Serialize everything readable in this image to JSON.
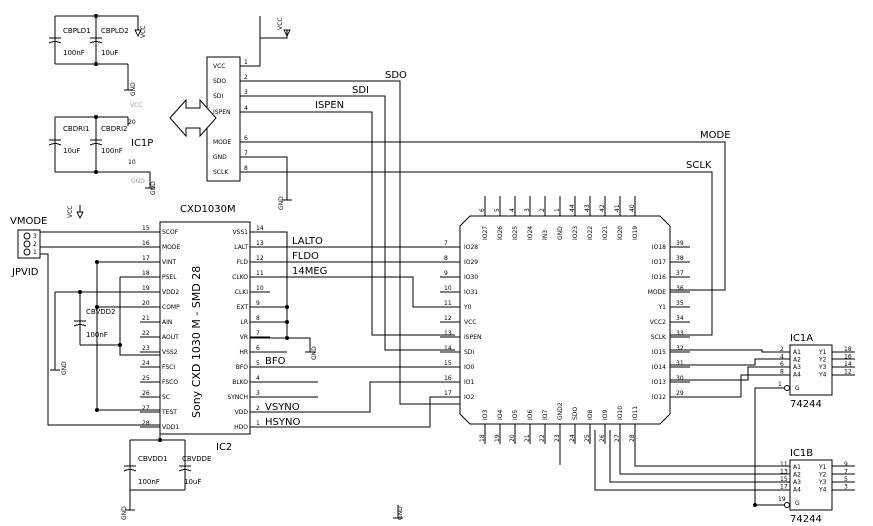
{
  "nets": {
    "vcc": "VCC",
    "gnd": "GND",
    "sdo": "SDO",
    "sdi": "SDI",
    "ispen": "ISPEN",
    "mode": "MODE",
    "sclk": "SCLK",
    "lalto": "LALTO",
    "fldo": "FLDO",
    "meg14": "14MEG",
    "bfo": "BFO",
    "vsyno": "VSYNO",
    "hsyno": "HSYNO",
    "vmode": "VMODE"
  },
  "components": {
    "cbpld1": {
      "ref": "CBPLD1",
      "value": "100nF"
    },
    "cbpld2": {
      "ref": "CBPLD2",
      "value": "10uF"
    },
    "cbdri1": {
      "ref": "CBDRI1",
      "value": "10uF"
    },
    "cbdri2": {
      "ref": "CBDRI2",
      "value": "100nF"
    },
    "cbvdd2": {
      "ref": "CBVDD2",
      "value": "100nF"
    },
    "cbvdd1": {
      "ref": "CBVDD1",
      "value": "100nF"
    },
    "cbvdde": {
      "ref": "CBVDDE",
      "value": "10uF"
    },
    "ic1p": {
      "ref": "IC1P",
      "pin20": "20",
      "pin10": "10"
    },
    "ic2": {
      "ref": "IC2",
      "title": "CXD1030M",
      "body": "Sony CXD 1030 M - SMD 28"
    },
    "jpvid": {
      "ref": "JPVID",
      "pins": [
        "3",
        "2",
        "1"
      ]
    },
    "ic1a": {
      "ref": "IC1A",
      "part": "74244"
    },
    "ic1b": {
      "ref": "IC1B",
      "part": "74244"
    }
  },
  "header": {
    "pins": [
      {
        "num": "1",
        "name": "VCC"
      },
      {
        "num": "2",
        "name": "SDO"
      },
      {
        "num": "3",
        "name": "SDI"
      },
      {
        "num": "4",
        "name": "ISPEN"
      },
      {
        "num": "6",
        "name": "MODE"
      },
      {
        "num": "7",
        "name": "GND"
      },
      {
        "num": "8",
        "name": "SCLK"
      }
    ]
  },
  "ic2": {
    "left": [
      {
        "num": "15",
        "name": "SCOF"
      },
      {
        "num": "16",
        "name": "MODE"
      },
      {
        "num": "17",
        "name": "VINT"
      },
      {
        "num": "18",
        "name": "PSEL"
      },
      {
        "num": "19",
        "name": "VDD2"
      },
      {
        "num": "20",
        "name": "COMP"
      },
      {
        "num": "21",
        "name": "AIN"
      },
      {
        "num": "22",
        "name": "AOUT"
      },
      {
        "num": "23",
        "name": "VSS2"
      },
      {
        "num": "24",
        "name": "FSCI"
      },
      {
        "num": "25",
        "name": "FSCO"
      },
      {
        "num": "26",
        "name": "SC"
      },
      {
        "num": "27",
        "name": "TEST"
      },
      {
        "num": "28",
        "name": "VDD1"
      }
    ],
    "right": [
      {
        "num": "14",
        "name": "VSS1"
      },
      {
        "num": "13",
        "name": "LALT"
      },
      {
        "num": "12",
        "name": "FLD"
      },
      {
        "num": "11",
        "name": "CLKO"
      },
      {
        "num": "10",
        "name": "CLKI"
      },
      {
        "num": "9",
        "name": "EXT"
      },
      {
        "num": "8",
        "name": "LR"
      },
      {
        "num": "7",
        "name": "VR"
      },
      {
        "num": "6",
        "name": "HR"
      },
      {
        "num": "5",
        "name": "BFO"
      },
      {
        "num": "4",
        "name": "BLKO"
      },
      {
        "num": "3",
        "name": "SYNCH"
      },
      {
        "num": "2",
        "name": "VDD"
      },
      {
        "num": "1",
        "name": "HDO"
      }
    ]
  },
  "cpld": {
    "top": [
      {
        "num": "6",
        "name": "IO27"
      },
      {
        "num": "5",
        "name": "IO26"
      },
      {
        "num": "4",
        "name": "IO25"
      },
      {
        "num": "3",
        "name": "IO24"
      },
      {
        "num": "2",
        "name": "IN3"
      },
      {
        "num": "1",
        "name": "GND"
      },
      {
        "num": "44",
        "name": "IO23"
      },
      {
        "num": "43",
        "name": "IO22"
      },
      {
        "num": "42",
        "name": "IO21"
      },
      {
        "num": "41",
        "name": "IO20"
      },
      {
        "num": "40",
        "name": "IO19"
      }
    ],
    "left": [
      {
        "num": "7",
        "name": "IO28"
      },
      {
        "num": "8",
        "name": "IO29"
      },
      {
        "num": "9",
        "name": "IO30"
      },
      {
        "num": "10",
        "name": "IO31"
      },
      {
        "num": "11",
        "name": "Y0"
      },
      {
        "num": "12",
        "name": "VCC"
      },
      {
        "num": "13",
        "name": "ISPEN"
      },
      {
        "num": "14",
        "name": "SDI"
      },
      {
        "num": "15",
        "name": "IO0"
      },
      {
        "num": "16",
        "name": "IO1"
      },
      {
        "num": "17",
        "name": "IO2"
      }
    ],
    "right": [
      {
        "num": "39",
        "name": "IO18"
      },
      {
        "num": "38",
        "name": "IO17"
      },
      {
        "num": "37",
        "name": "IO16"
      },
      {
        "num": "36",
        "name": "MODE"
      },
      {
        "num": "35",
        "name": "Y1"
      },
      {
        "num": "34",
        "name": "VCC2"
      },
      {
        "num": "33",
        "name": "SCLK"
      },
      {
        "num": "32",
        "name": "IO15"
      },
      {
        "num": "31",
        "name": "IO14"
      },
      {
        "num": "30",
        "name": "IO13"
      },
      {
        "num": "29",
        "name": "IO12"
      }
    ],
    "bottom": [
      {
        "num": "18",
        "name": "IO3"
      },
      {
        "num": "19",
        "name": "IO4"
      },
      {
        "num": "20",
        "name": "IO5"
      },
      {
        "num": "21",
        "name": "IO6"
      },
      {
        "num": "22",
        "name": "IO7"
      },
      {
        "num": "23",
        "name": "GND2"
      },
      {
        "num": "24",
        "name": "SDO"
      },
      {
        "num": "25",
        "name": "IO8"
      },
      {
        "num": "26",
        "name": "IO9"
      },
      {
        "num": "27",
        "name": "IO10"
      },
      {
        "num": "28",
        "name": "IO11"
      }
    ]
  },
  "buf_a": {
    "inputs": [
      {
        "num": "2",
        "name": "A1"
      },
      {
        "num": "4",
        "name": "A2"
      },
      {
        "num": "6",
        "name": "A3"
      },
      {
        "num": "8",
        "name": "A4"
      }
    ],
    "outputs": [
      {
        "num": "18",
        "name": "Y1"
      },
      {
        "num": "16",
        "name": "Y2"
      },
      {
        "num": "14",
        "name": "Y3"
      },
      {
        "num": "12",
        "name": "Y4"
      }
    ],
    "gate": {
      "num": "1",
      "name": "G"
    }
  },
  "buf_b": {
    "inputs": [
      {
        "num": "11",
        "name": "A1"
      },
      {
        "num": "13",
        "name": "A2"
      },
      {
        "num": "15",
        "name": "A3"
      },
      {
        "num": "17",
        "name": "A4"
      }
    ],
    "outputs": [
      {
        "num": "9",
        "name": "Y1"
      },
      {
        "num": "7",
        "name": "Y2"
      },
      {
        "num": "5",
        "name": "Y3"
      },
      {
        "num": "3",
        "name": "Y4"
      }
    ],
    "gate": {
      "num": "19",
      "name": "G"
    }
  }
}
